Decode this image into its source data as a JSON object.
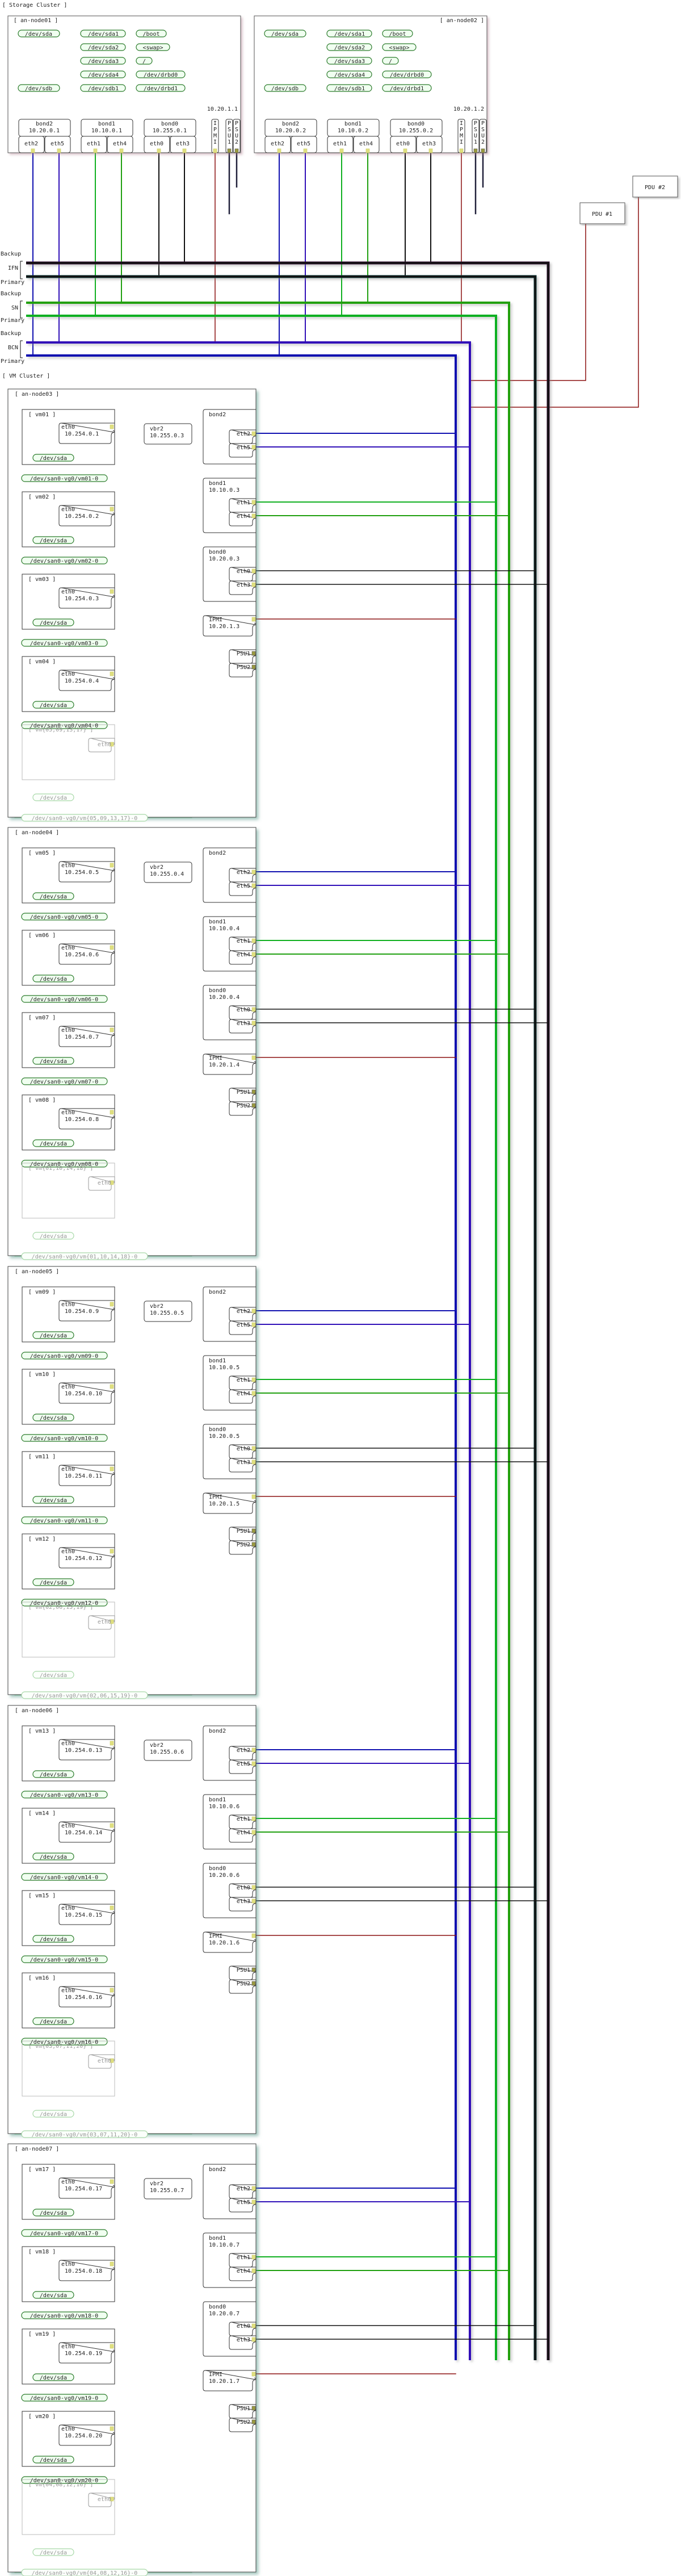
{
  "colors": {
    "bcn_primary": "#1010b0",
    "bcn_backup": "#3010b8",
    "sn_primary": "#10b020",
    "sn_backup": "#20a010",
    "ifn_primary": "#103838",
    "ifn_backup": "#301030",
    "ipmi": "#8b1010",
    "power": "#20203a",
    "storage_green": "#2a7a2a",
    "storage_fill": "#f0fff0",
    "port": "#e0e080"
  },
  "storage_cluster": {
    "title": "[ Storage Cluster ]",
    "nodes": [
      {
        "name": "[ an-node01 ]",
        "disks": [
          {
            "dev": "/dev/sda",
            "parts": [
              {
                "part": "/dev/sda1",
                "mount": "/boot"
              },
              {
                "part": "/dev/sda2",
                "mount": "<swap>"
              },
              {
                "part": "/dev/sda3",
                "mount": "/"
              },
              {
                "part": "/dev/sda4",
                "mount": "/dev/drbd0"
              }
            ]
          },
          {
            "dev": "/dev/sdb",
            "parts": [
              {
                "part": "/dev/sdb1",
                "mount": "/dev/drbd1"
              }
            ]
          }
        ],
        "ipmi_ip": "10.20.1.1",
        "bonds": [
          {
            "name": "bond2",
            "ip": "10.20.0.1",
            "ifaces": [
              "eth2",
              "eth5"
            ]
          },
          {
            "name": "bond1",
            "ip": "10.10.0.1",
            "ifaces": [
              "eth1",
              "eth4"
            ]
          },
          {
            "name": "bond0",
            "ip": "10.255.0.1",
            "ifaces": [
              "eth0",
              "eth3"
            ]
          }
        ],
        "ipmi_label": "IPMI",
        "psu_labels": [
          "PSU1",
          "PSU2"
        ]
      },
      {
        "name": "[ an-node02 ]",
        "disks": [
          {
            "dev": "/dev/sda",
            "parts": [
              {
                "part": "/dev/sda1",
                "mount": "/boot"
              },
              {
                "part": "/dev/sda2",
                "mount": "<swap>"
              },
              {
                "part": "/dev/sda3",
                "mount": "/"
              },
              {
                "part": "/dev/sda4",
                "mount": "/dev/drbd0"
              }
            ]
          },
          {
            "dev": "/dev/sdb",
            "parts": [
              {
                "part": "/dev/sdb1",
                "mount": "/dev/drbd1"
              }
            ]
          }
        ],
        "ipmi_ip": "10.20.1.2",
        "bonds": [
          {
            "name": "bond2",
            "ip": "10.20.0.2",
            "ifaces": [
              "eth2",
              "eth5"
            ]
          },
          {
            "name": "bond1",
            "ip": "10.10.0.2",
            "ifaces": [
              "eth1",
              "eth4"
            ]
          },
          {
            "name": "bond0",
            "ip": "10.255.0.2",
            "ifaces": [
              "eth0",
              "eth3"
            ]
          }
        ],
        "ipmi_label": "IPMI",
        "psu_labels": [
          "PSU1",
          "PSU2"
        ]
      }
    ]
  },
  "networks": [
    {
      "name": "IFN",
      "backup_label": "Backup",
      "primary_label": "Primary"
    },
    {
      "name": "SN",
      "backup_label": "Backup",
      "primary_label": "Primary"
    },
    {
      "name": "BCN",
      "backup_label": "Backup",
      "primary_label": "Primary"
    }
  ],
  "pdus": [
    {
      "name": "PDU #1"
    },
    {
      "name": "PDU #2"
    }
  ],
  "vm_cluster": {
    "title": "[ VM Cluster ]",
    "nodes": [
      {
        "name": "[ an-node03 ]",
        "vbr": {
          "name": "vbr2",
          "ip": "10.255.0.3"
        },
        "bond2": {
          "name": "bond2",
          "ifaces": [
            "eth2",
            "eth5"
          ]
        },
        "bond1": {
          "name": "bond1",
          "ip": "10.10.0.3",
          "ifaces": [
            "eth1",
            "eth4"
          ]
        },
        "bond0": {
          "name": "bond0",
          "ip": "10.20.0.3",
          "ifaces": [
            "eth0",
            "eth3"
          ]
        },
        "ipmi": {
          "name": "IPMI",
          "ip": "10.20.1.3"
        },
        "psus": [
          "PSU1",
          "PSU2"
        ],
        "vms": [
          {
            "name": "[ vm01 ]",
            "iface": "eth0",
            "ip": "10.254.0.1",
            "disk": "/dev/sda",
            "lv": "/dev/san0-vg0/vm01-0"
          },
          {
            "name": "[ vm02 ]",
            "iface": "eth0",
            "ip": "10.254.0.2",
            "disk": "/dev/sda",
            "lv": "/dev/san0-vg0/vm02-0"
          },
          {
            "name": "[ vm03 ]",
            "iface": "eth0",
            "ip": "10.254.0.3",
            "disk": "/dev/sda",
            "lv": "/dev/san0-vg0/vm03-0"
          },
          {
            "name": "[ vm04 ]",
            "iface": "eth0",
            "ip": "10.254.0.4",
            "disk": "/dev/sda",
            "lv": "/dev/san0-vg0/vm04-0"
          }
        ],
        "standby": {
          "name": "[ vm{05,09,13,17} ]",
          "iface": "eth0",
          "disk": "/dev/sda",
          "lv": "/dev/san0-vg0/vm{05,09,13,17}-0"
        }
      },
      {
        "name": "[ an-node04 ]",
        "vbr": {
          "name": "vbr2",
          "ip": "10.255.0.4"
        },
        "bond2": {
          "name": "bond2",
          "ifaces": [
            "eth2",
            "eth5"
          ]
        },
        "bond1": {
          "name": "bond1",
          "ip": "10.10.0.4",
          "ifaces": [
            "eth1",
            "eth4"
          ]
        },
        "bond0": {
          "name": "bond0",
          "ip": "10.20.0.4",
          "ifaces": [
            "eth0",
            "eth3"
          ]
        },
        "ipmi": {
          "name": "IPMI",
          "ip": "10.20.1.4"
        },
        "psus": [
          "PSU1",
          "PSU2"
        ],
        "vms": [
          {
            "name": "[ vm05 ]",
            "iface": "eth0",
            "ip": "10.254.0.5",
            "disk": "/dev/sda",
            "lv": "/dev/san0-vg0/vm05-0"
          },
          {
            "name": "[ vm06 ]",
            "iface": "eth0",
            "ip": "10.254.0.6",
            "disk": "/dev/sda",
            "lv": "/dev/san0-vg0/vm06-0"
          },
          {
            "name": "[ vm07 ]",
            "iface": "eth0",
            "ip": "10.254.0.7",
            "disk": "/dev/sda",
            "lv": "/dev/san0-vg0/vm07-0"
          },
          {
            "name": "[ vm08 ]",
            "iface": "eth0",
            "ip": "10.254.0.8",
            "disk": "/dev/sda",
            "lv": "/dev/san0-vg0/vm08-0"
          }
        ],
        "standby": {
          "name": "[ vm{01,10,14,18} ]",
          "iface": "eth0",
          "disk": "/dev/sda",
          "lv": "/dev/san0-vg0/vm{01,10,14,18}-0"
        }
      },
      {
        "name": "[ an-node05 ]",
        "vbr": {
          "name": "vbr2",
          "ip": "10.255.0.5"
        },
        "bond2": {
          "name": "bond2",
          "ifaces": [
            "eth2",
            "eth5"
          ]
        },
        "bond1": {
          "name": "bond1",
          "ip": "10.10.0.5",
          "ifaces": [
            "eth1",
            "eth4"
          ]
        },
        "bond0": {
          "name": "bond0",
          "ip": "10.20.0.5",
          "ifaces": [
            "eth0",
            "eth3"
          ]
        },
        "ipmi": {
          "name": "IPMI",
          "ip": "10.20.1.5"
        },
        "psus": [
          "PSU1",
          "PSU2"
        ],
        "vms": [
          {
            "name": "[ vm09 ]",
            "iface": "eth0",
            "ip": "10.254.0.9",
            "disk": "/dev/sda",
            "lv": "/dev/san0-vg0/vm09-0"
          },
          {
            "name": "[ vm10 ]",
            "iface": "eth0",
            "ip": "10.254.0.10",
            "disk": "/dev/sda",
            "lv": "/dev/san0-vg0/vm10-0"
          },
          {
            "name": "[ vm11 ]",
            "iface": "eth0",
            "ip": "10.254.0.11",
            "disk": "/dev/sda",
            "lv": "/dev/san0-vg0/vm11-0"
          },
          {
            "name": "[ vm12 ]",
            "iface": "eth0",
            "ip": "10.254.0.12",
            "disk": "/dev/sda",
            "lv": "/dev/san0-vg0/vm12-0"
          }
        ],
        "standby": {
          "name": "[ vm{02,06,15,19} ]",
          "iface": "eth0",
          "disk": "/dev/sda",
          "lv": "/dev/san0-vg0/vm{02,06,15,19}-0"
        }
      },
      {
        "name": "[ an-node06 ]",
        "vbr": {
          "name": "vbr2",
          "ip": "10.255.0.6"
        },
        "bond2": {
          "name": "bond2",
          "ifaces": [
            "eth2",
            "eth5"
          ]
        },
        "bond1": {
          "name": "bond1",
          "ip": "10.10.0.6",
          "ifaces": [
            "eth1",
            "eth4"
          ]
        },
        "bond0": {
          "name": "bond0",
          "ip": "10.20.0.6",
          "ifaces": [
            "eth0",
            "eth3"
          ]
        },
        "ipmi": {
          "name": "IPMI",
          "ip": "10.20.1.6"
        },
        "psus": [
          "PSU1",
          "PSU2"
        ],
        "vms": [
          {
            "name": "[ vm13 ]",
            "iface": "eth0",
            "ip": "10.254.0.13",
            "disk": "/dev/sda",
            "lv": "/dev/san0-vg0/vm13-0"
          },
          {
            "name": "[ vm14 ]",
            "iface": "eth0",
            "ip": "10.254.0.14",
            "disk": "/dev/sda",
            "lv": "/dev/san0-vg0/vm14-0"
          },
          {
            "name": "[ vm15 ]",
            "iface": "eth0",
            "ip": "10.254.0.15",
            "disk": "/dev/sda",
            "lv": "/dev/san0-vg0/vm15-0"
          },
          {
            "name": "[ vm16 ]",
            "iface": "eth0",
            "ip": "10.254.0.16",
            "disk": "/dev/sda",
            "lv": "/dev/san0-vg0/vm16-0"
          }
        ],
        "standby": {
          "name": "[ vm{03,07,11,20} ]",
          "iface": "eth0",
          "disk": "/dev/sda",
          "lv": "/dev/san0-vg0/vm{03,07,11,20}-0"
        }
      },
      {
        "name": "[ an-node07 ]",
        "vbr": {
          "name": "vbr2",
          "ip": "10.255.0.7"
        },
        "bond2": {
          "name": "bond2",
          "ifaces": [
            "eth2",
            "eth5"
          ]
        },
        "bond1": {
          "name": "bond1",
          "ip": "10.10.0.7",
          "ifaces": [
            "eth1",
            "eth4"
          ]
        },
        "bond0": {
          "name": "bond0",
          "ip": "10.20.0.7",
          "ifaces": [
            "eth0",
            "eth3"
          ]
        },
        "ipmi": {
          "name": "IPMI",
          "ip": "10.20.1.7"
        },
        "psus": [
          "PSU1",
          "PSU2"
        ],
        "vms": [
          {
            "name": "[ vm17 ]",
            "iface": "eth0",
            "ip": "10.254.0.17",
            "disk": "/dev/sda",
            "lv": "/dev/san0-vg0/vm17-0"
          },
          {
            "name": "[ vm18 ]",
            "iface": "eth0",
            "ip": "10.254.0.18",
            "disk": "/dev/sda",
            "lv": "/dev/san0-vg0/vm18-0"
          },
          {
            "name": "[ vm19 ]",
            "iface": "eth0",
            "ip": "10.254.0.19",
            "disk": "/dev/sda",
            "lv": "/dev/san0-vg0/vm19-0"
          },
          {
            "name": "[ vm20 ]",
            "iface": "eth0",
            "ip": "10.254.0.20",
            "disk": "/dev/sda",
            "lv": "/dev/san0-vg0/vm20-0"
          }
        ],
        "standby": {
          "name": "[ vm{04,08,12,16} ]",
          "iface": "eth0",
          "disk": "/dev/sda",
          "lv": "/dev/san0-vg0/vm{04,08,12,16}-0"
        }
      }
    ]
  }
}
